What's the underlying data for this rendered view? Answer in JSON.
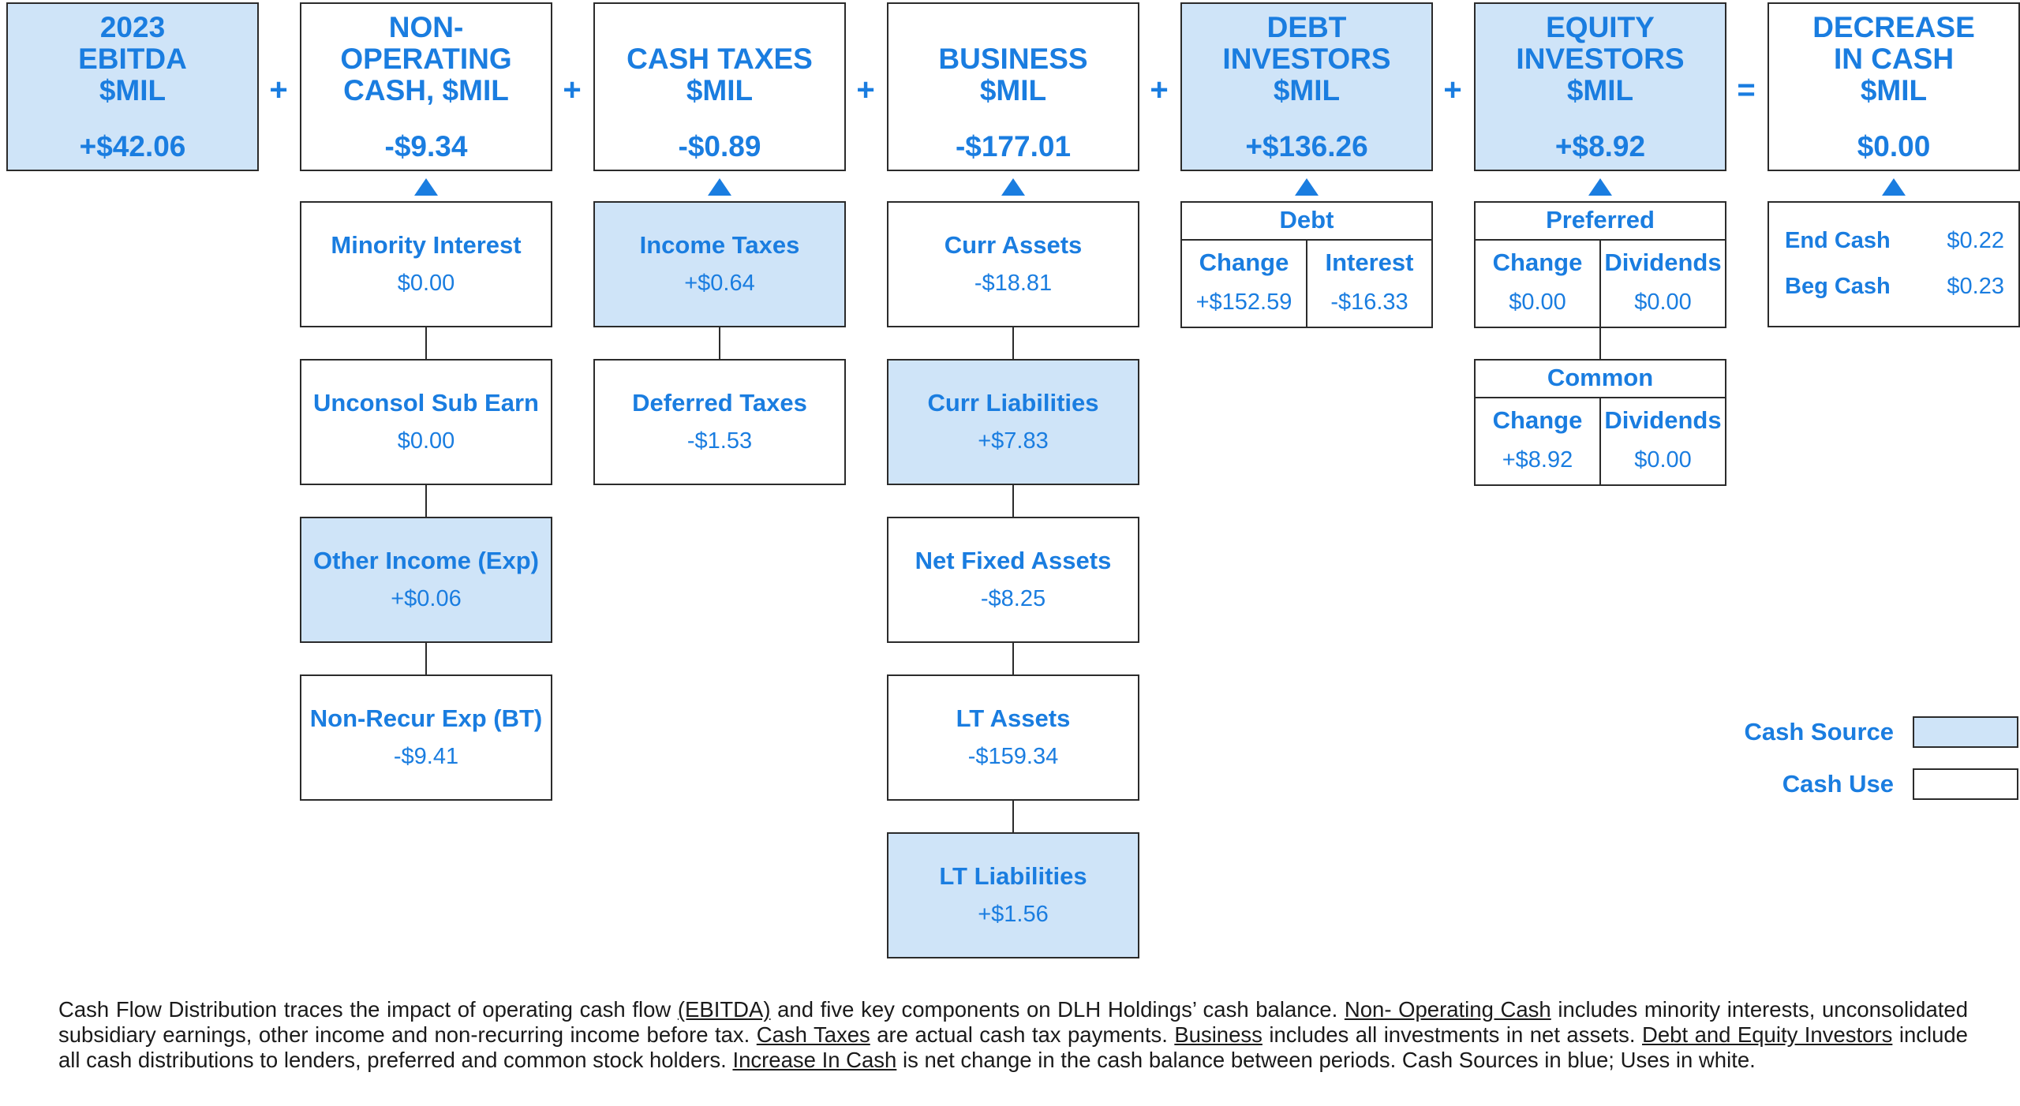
{
  "colors": {
    "source": "#cfe4f8",
    "use": "#ffffff",
    "text": "#1a7de0"
  },
  "headers": [
    {
      "title": "2023\nEBITDA\n$MIL",
      "value": "+$42.06",
      "type": "source"
    },
    {
      "title": "NON-\nOPERATING\nCASH, $MIL",
      "value": "-$9.34",
      "type": "use"
    },
    {
      "title": "CASH TAXES\n$MIL",
      "value": "-$0.89",
      "type": "use"
    },
    {
      "title": "BUSINESS\n$MIL",
      "value": "-$177.01",
      "type": "use"
    },
    {
      "title": "DEBT\nINVESTORS\n$MIL",
      "value": "+$136.26",
      "type": "source"
    },
    {
      "title": "EQUITY\nINVESTORS\n$MIL",
      "value": "+$8.92",
      "type": "source"
    },
    {
      "title": "DECREASE\nIN CASH\n$MIL",
      "value": "$0.00",
      "type": "use"
    }
  ],
  "operators": [
    "+",
    "+",
    "+",
    "+",
    "+",
    "="
  ],
  "non_operating": [
    {
      "label": "Minority Interest",
      "value": "$0.00",
      "type": "use"
    },
    {
      "label": "Unconsol Sub Earn",
      "value": "$0.00",
      "type": "use"
    },
    {
      "label": "Other Income (Exp)",
      "value": "+$0.06",
      "type": "source"
    },
    {
      "label": "Non-Recur Exp (BT)",
      "value": "-$9.41",
      "type": "use"
    }
  ],
  "cash_taxes": [
    {
      "label": "Income Taxes",
      "value": "+$0.64",
      "type": "source"
    },
    {
      "label": "Deferred Taxes",
      "value": "-$1.53",
      "type": "use"
    }
  ],
  "business": [
    {
      "label": "Curr Assets",
      "value": "-$18.81",
      "type": "use"
    },
    {
      "label": "Curr Liabilities",
      "value": "+$7.83",
      "type": "source"
    },
    {
      "label": "Net Fixed Assets",
      "value": "-$8.25",
      "type": "use"
    },
    {
      "label": "LT Assets",
      "value": "-$159.34",
      "type": "use"
    },
    {
      "label": "LT Liabilities",
      "value": "+$1.56",
      "type": "source"
    }
  ],
  "debt": {
    "title": "Debt",
    "cells": [
      {
        "label": "Change",
        "value": "+$152.59",
        "type": "source"
      },
      {
        "label": "Interest",
        "value": "-$16.33",
        "type": "use"
      }
    ]
  },
  "preferred": {
    "title": "Preferred",
    "cells": [
      {
        "label": "Change",
        "value": "$0.00",
        "type": "use"
      },
      {
        "label": "Dividends",
        "value": "$0.00",
        "type": "use"
      }
    ]
  },
  "common": {
    "title": "Common",
    "cells": [
      {
        "label": "Change",
        "value": "+$8.92",
        "type": "source"
      },
      {
        "label": "Dividends",
        "value": "$0.00",
        "type": "use"
      }
    ]
  },
  "cash": [
    {
      "label": "End Cash",
      "value": "$0.22"
    },
    {
      "label": "Beg Cash",
      "value": "$0.23"
    }
  ],
  "legend": [
    {
      "label": "Cash Source",
      "type": "source"
    },
    {
      "label": "Cash Use",
      "type": "use"
    }
  ],
  "footnote": {
    "p1": "Cash Flow Distribution traces the impact of operating cash flow ",
    "u1": "(EBITDA)",
    "p2": " and five key components on DLH Holdings’ cash balance. ",
    "u2": "Non- Operating Cash",
    "p3": " includes minority interests, unconsolidated subsidiary earnings, other income and non-recurring  income before tax. ",
    "u3": "Cash Taxes",
    "p4": " are actual cash tax payments. ",
    "u4": "Business",
    "p5": " includes all investments in net assets. ",
    "u5": "Debt and Equity Investors",
    "p6": " include all cash distributions to lenders, preferred and common stock holders. ",
    "u6": "Increase In Cash",
    "p7": " is net change in the cash balance between periods. Cash Sources in blue; Uses in white."
  }
}
